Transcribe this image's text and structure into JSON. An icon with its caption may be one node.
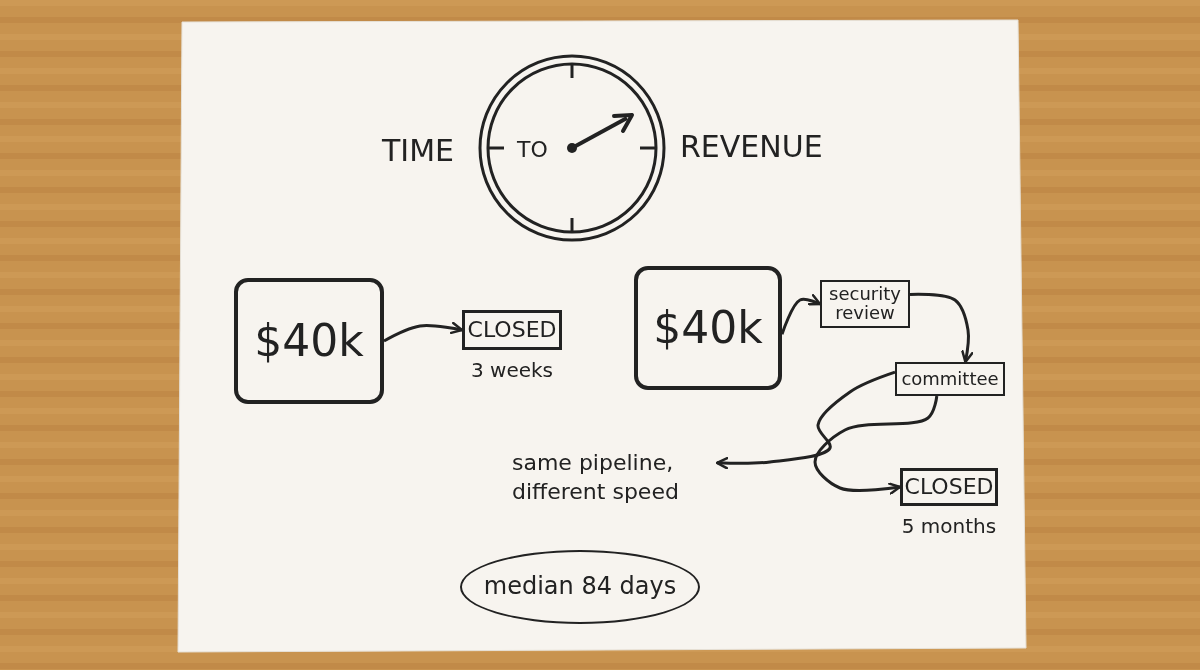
{
  "diagram": {
    "nodes": [
      {
        "text": [
          "TO"
        ]
      },
      {
        "text": [
          "$40k"
        ]
      },
      {
        "text": [
          "CLOSED"
        ],
        "beside": [
          "3 weeks"
        ]
      },
      {
        "text": [
          "$40k"
        ]
      },
      {
        "text": [
          "security review"
        ]
      },
      {
        "text": [
          "committee"
        ]
      },
      {
        "text": [
          "same pipeline, different speed"
        ]
      },
      {
        "text": [
          "CLOSED"
        ],
        "beside": [
          "5 months"
        ]
      },
      {
        "text": [
          "median 84 days"
        ]
      }
    ],
    "edges": [
      {
        "from": 1,
        "to": 2,
        "arrow": "to"
      },
      {
        "from": 3,
        "to": 4,
        "arrow": "to"
      },
      {
        "from": 4,
        "to": 5,
        "arrow": "to"
      },
      {
        "from": 5,
        "to": 6,
        "arrow": "to"
      },
      {
        "from": 5,
        "to": 7,
        "arrow": "to"
      }
    ],
    "labels": [
      "TIME",
      "REVENUE"
    ]
  }
}
